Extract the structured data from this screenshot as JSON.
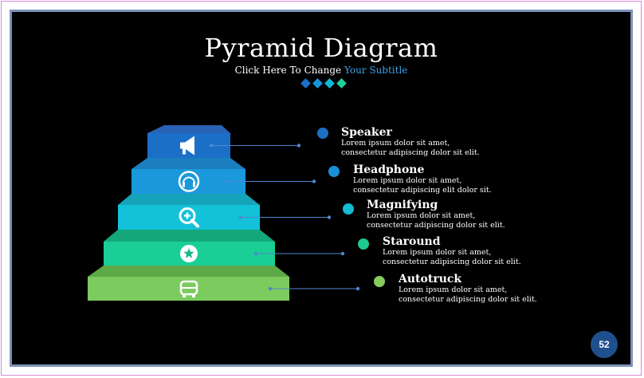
{
  "title": "Pyramid Diagram",
  "subtitle": {
    "prefix": "Click Here To Change ",
    "accent": "Your Subtitle"
  },
  "diamond_colors": [
    "#1e6fc9",
    "#1595dc",
    "#10bad5",
    "#1fd19c"
  ],
  "levels": [
    {
      "title": "Speaker",
      "desc": "Lorem ipsum dolor sit amet, consectetur adipiscing dolor sit elit.",
      "icon": "megaphone-icon",
      "front": "#1b6fc7",
      "top": "#2a62b5",
      "dot": "#1d6fc6"
    },
    {
      "title": "Headphone",
      "desc": "Lorem ipsum dolor sit amet, consectetur adipiscing elit dolor sit.",
      "icon": "headphone-icon",
      "front": "#1a98dc",
      "top": "#1b7fbf",
      "dot": "#1a8fd8"
    },
    {
      "title": "Magnifying",
      "desc": "Lorem ipsum dolor sit amet, consectetur adipiscing dolor sit elit.",
      "icon": "magnify-plus-icon",
      "front": "#13c2d8",
      "top": "#14a3b8",
      "dot": "#12bcd4"
    },
    {
      "title": "Staround",
      "desc": "Lorem ipsum dolor sit amet, consectetur adipiscing dolor sit elit.",
      "icon": "star-circle-icon",
      "front": "#19cf95",
      "top": "#14a77a",
      "dot": "#1ec990"
    },
    {
      "title": "Autotruck",
      "desc": "Lorem ipsum dolor sit amet, consectetur adipiscing dolor sit elit.",
      "icon": "truck-icon",
      "front": "#7ccb5f",
      "top": "#5ea947",
      "dot": "#86cc5c"
    }
  ],
  "page_number": "52"
}
